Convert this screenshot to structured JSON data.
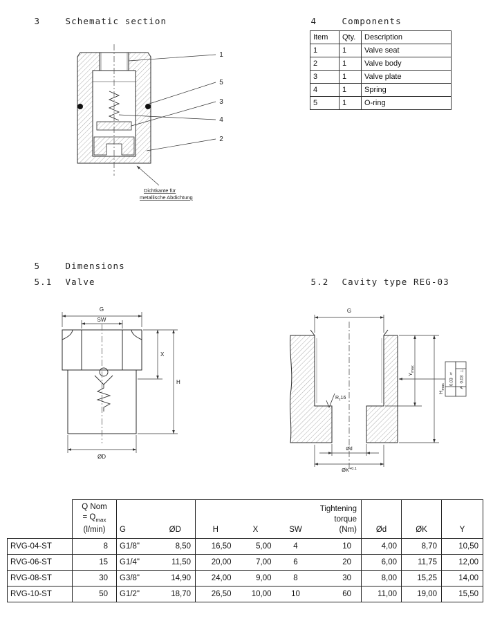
{
  "headings": {
    "schematic_num": "3",
    "schematic_title": "Schematic section",
    "components_num": "4",
    "components_title": "Components",
    "dimensions_num": "5",
    "dimensions_title": "Dimensions",
    "valve_num": "5.1",
    "valve_title": "Valve",
    "cavity_num": "5.2",
    "cavity_title": "Cavity type REG-03"
  },
  "components_table": {
    "headers": {
      "item": "Item",
      "qty": "Qty.",
      "desc": "Description"
    },
    "rows": [
      {
        "item": "1",
        "qty": "1",
        "desc": "Valve seat"
      },
      {
        "item": "2",
        "qty": "1",
        "desc": "Valve body"
      },
      {
        "item": "3",
        "qty": "1",
        "desc": "Valve plate"
      },
      {
        "item": "4",
        "qty": "1",
        "desc": "Spring"
      },
      {
        "item": "5",
        "qty": "1",
        "desc": "O-ring"
      }
    ]
  },
  "schematic": {
    "callouts": [
      "1",
      "5",
      "3",
      "4",
      "2"
    ],
    "note_line1": "Dichtkante für",
    "note_line2": "metallische Abdichtung"
  },
  "valve_drawing": {
    "dim_g": "G",
    "dim_sw": "SW",
    "dim_x": "X",
    "dim_h": "H",
    "dim_od": "ØD"
  },
  "cavity_drawing": {
    "dim_g": "G",
    "h_prefix": "H",
    "h_sub": "max",
    "y_prefix": "Y",
    "y_sub": "max",
    "rz_r": "R",
    "rz_z": "z",
    "rz_val": "16",
    "dim_d": "Ød",
    "k_prefix": "ØK",
    "k_sup": "+0.1",
    "tol1_symbol": "⌭",
    "tol1_value": "0.03",
    "tol2_symbol": "⊥",
    "tol2_value": "0.03",
    "tol2_datum": "A"
  },
  "dim_table": {
    "header": {
      "q1": "Q Nom",
      "q2_prefix": "= Q",
      "q2_sub": "max",
      "q3": "(l/min)",
      "g": "G",
      "od": "ØD",
      "h": "H",
      "x": "X",
      "sw": "SW",
      "t1": "Tightening",
      "t2": "torque",
      "t3": "(Nm)",
      "d": "Ød",
      "k": "ØK",
      "y": "Y"
    },
    "rows": [
      {
        "model": "RVG-04-ST",
        "q": "8",
        "g": "G1/8\"",
        "od": "8,50",
        "h": "16,50",
        "x": "5,00",
        "sw": "4",
        "torque": "10",
        "d": "4,00",
        "k": "8,70",
        "y": "10,50"
      },
      {
        "model": "RVG-06-ST",
        "q": "15",
        "g": "G1/4\"",
        "od": "11,50",
        "h": "20,00",
        "x": "7,00",
        "sw": "6",
        "torque": "20",
        "d": "6,00",
        "k": "11,75",
        "y": "12,00"
      },
      {
        "model": "RVG-08-ST",
        "q": "30",
        "g": "G3/8\"",
        "od": "14,90",
        "h": "24,00",
        "x": "9,00",
        "sw": "8",
        "torque": "30",
        "d": "8,00",
        "k": "15,25",
        "y": "14,00"
      },
      {
        "model": "RVG-10-ST",
        "q": "50",
        "g": "G1/2\"",
        "od": "18,70",
        "h": "26,50",
        "x": "10,00",
        "sw": "10",
        "torque": "60",
        "d": "11,00",
        "k": "19,00",
        "y": "15,50"
      }
    ]
  }
}
